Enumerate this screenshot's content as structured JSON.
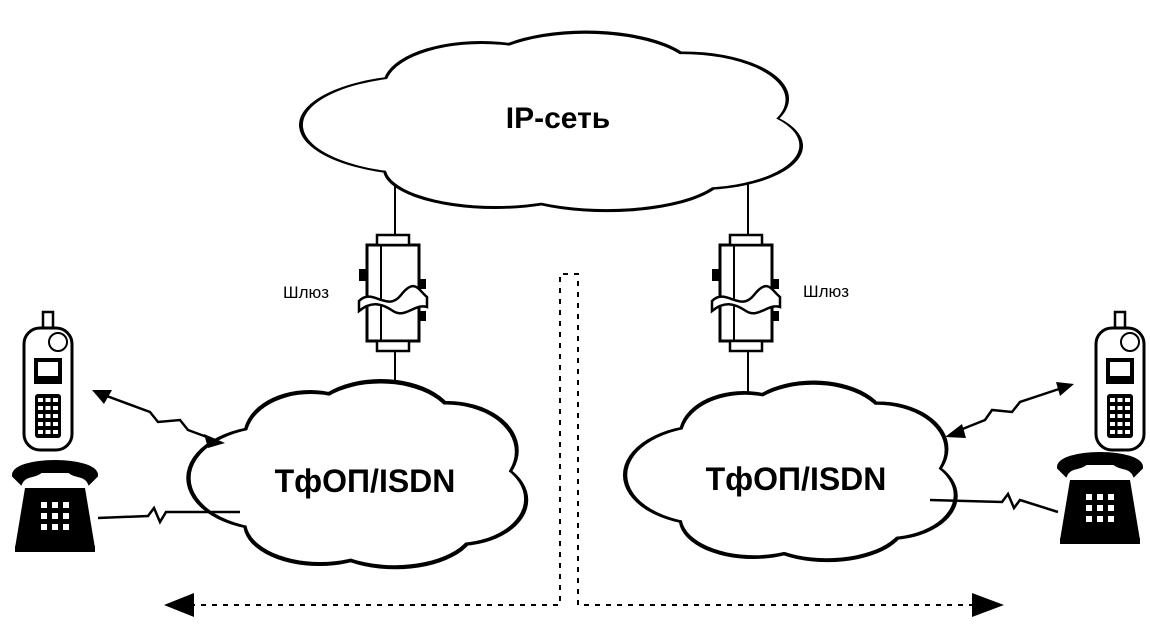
{
  "diagram": {
    "ip_cloud_label": "IP-сеть",
    "left_cloud_label": "ТфОП/ISDN",
    "right_cloud_label": "ТфОП/ISDN",
    "left_gateway_label": "Шлюз",
    "right_gateway_label": "Шлюз"
  },
  "icons": {
    "cloud": "cloud-icon",
    "gateway": "gateway-icon",
    "mobile_phone": "mobile-phone-icon",
    "desk_phone": "desk-phone-icon"
  },
  "colors": {
    "ink": "#000000",
    "background": "#ffffff"
  }
}
